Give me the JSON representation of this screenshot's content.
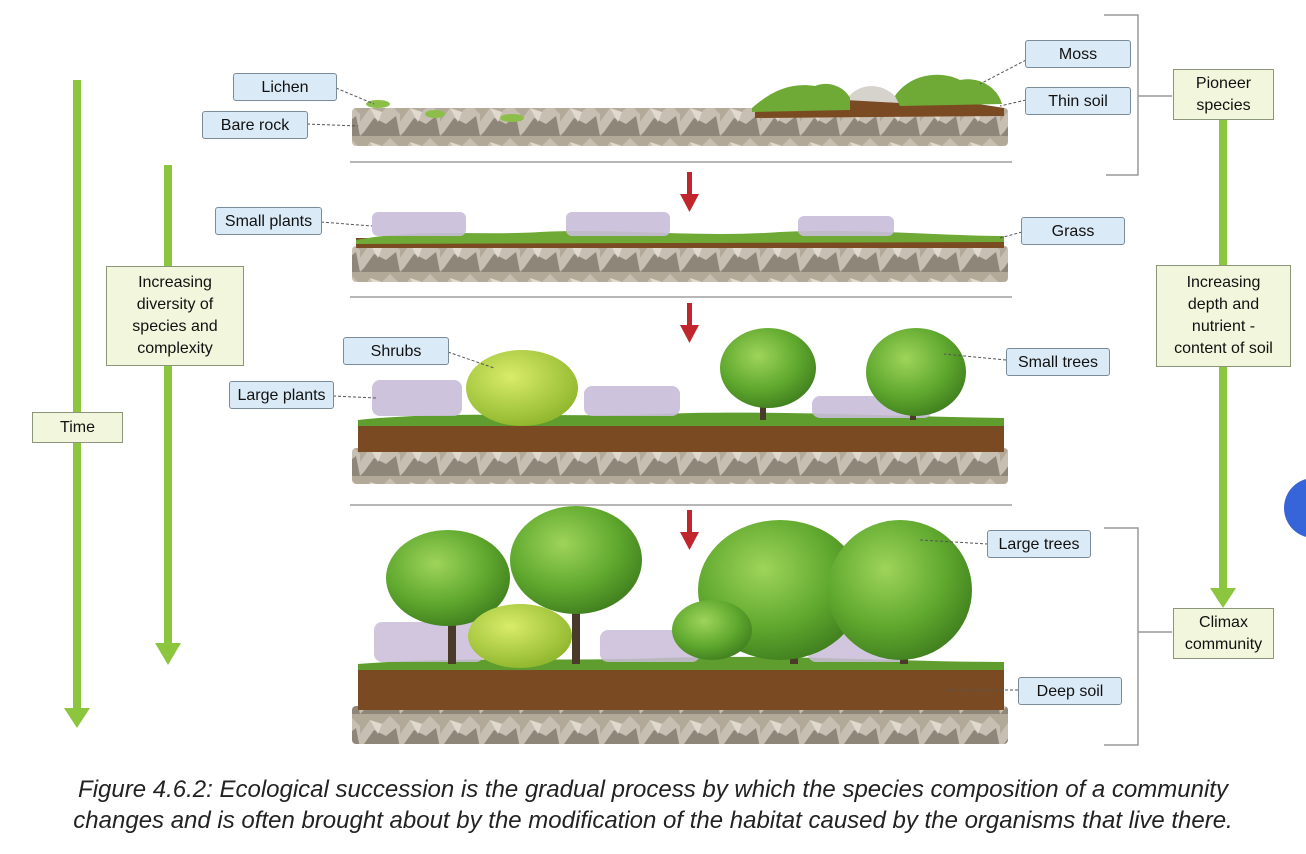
{
  "labels": {
    "lichen": "Lichen",
    "bare_rock": "Bare rock",
    "moss": "Moss",
    "thin_soil": "Thin soil",
    "small_plants": "Small plants",
    "grass": "Grass",
    "shrubs": "Shrubs",
    "large_plants": "Large plants",
    "small_trees": "Small trees",
    "large_trees": "Large trees",
    "deep_soil": "Deep soil"
  },
  "side_labels": {
    "time": "Time",
    "diversity": "Increasing diversity of species and complexity",
    "pioneer": "Pioneer species",
    "soil_depth": "Increasing depth and nutrient - content of soil",
    "climax": "Climax community"
  },
  "caption": {
    "line1": "Figure 4.6.2: Ecological succession is the gradual process by which the species composition of a community",
    "line2": "changes and is often brought about by the modification of the habitat caused by the organisms that live there."
  },
  "colors": {
    "arrow_green": "#8cc63f",
    "down_arrow_red": "#c0272d",
    "soil": "#7a4a22",
    "rock": "#a89e92",
    "tree": "#6ab333",
    "label_blue": "#dbeaf7",
    "label_green": "#f2f6dc"
  }
}
